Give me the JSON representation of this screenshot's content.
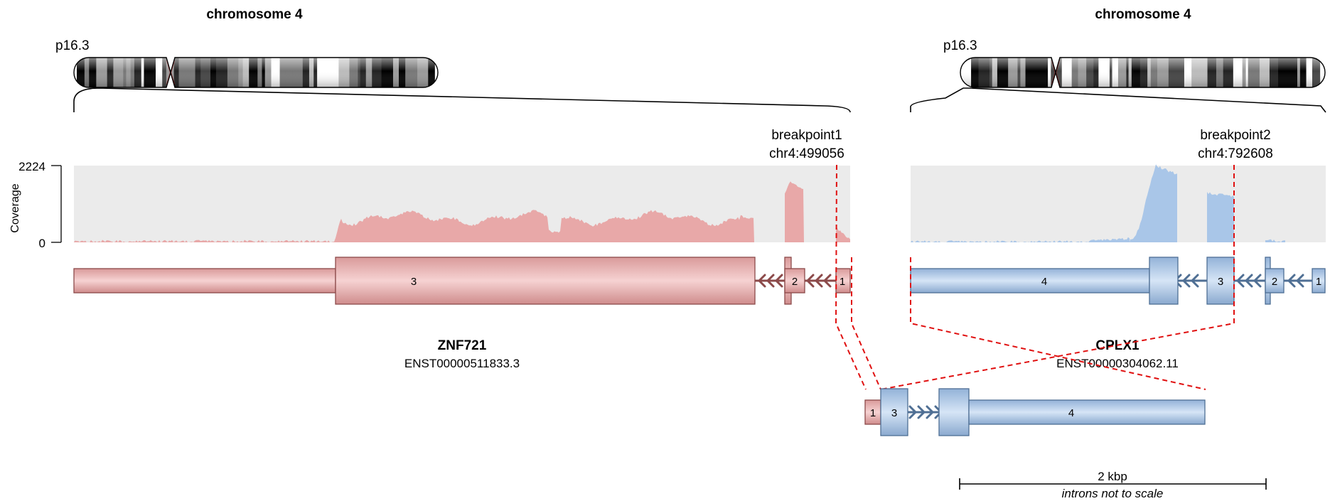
{
  "chromosomes": [
    {
      "title": "chromosome 4",
      "band": "p16.3"
    },
    {
      "title": "chromosome 4",
      "band": "p16.3"
    }
  ],
  "coverage_axis": {
    "label": "Coverage",
    "max": "2224",
    "min": "0"
  },
  "breakpoints": [
    {
      "name": "breakpoint1",
      "position": "chr4:499056"
    },
    {
      "name": "breakpoint2",
      "position": "chr4:792608"
    }
  ],
  "genes": [
    {
      "name": "ZNF721",
      "transcript": "ENST00000511833.3",
      "exons": [
        {
          "label": "3"
        },
        {
          "label": "2"
        },
        {
          "label": "1"
        }
      ]
    },
    {
      "name": "CPLX1",
      "transcript": "ENST00000304062.11",
      "exons": [
        {
          "label": "4"
        },
        {
          "label": "3"
        },
        {
          "label": "2"
        },
        {
          "label": "1"
        }
      ]
    }
  ],
  "fusion": {
    "exons": [
      {
        "label": "1"
      },
      {
        "label": "3"
      },
      {
        "label": "4"
      }
    ]
  },
  "scale": {
    "label": "2 kbp",
    "note": "introns not to scale"
  },
  "colors": {
    "gene1_fill": "#e8a8a8",
    "gene1_stroke": "#8c4a4a",
    "gene2_fill": "#a9c6e8",
    "gene2_stroke": "#4f6f94",
    "coverage_bg": "#ebebeb",
    "breakpoint_line": "#e01010"
  }
}
